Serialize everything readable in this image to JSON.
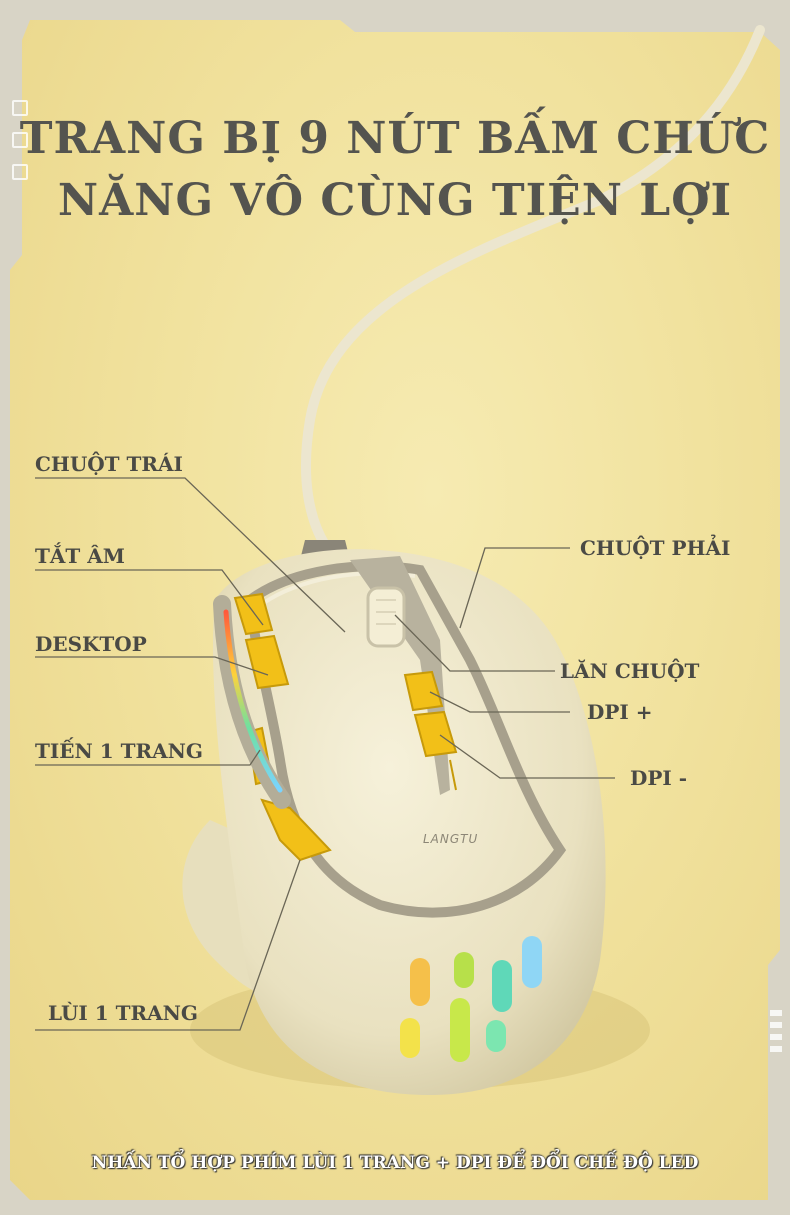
{
  "headline": {
    "line1": "TRANG BỊ 9 NÚT BẤM CHỨC",
    "line2": "NĂNG VÔ CÙNG TIỆN LỢI"
  },
  "labels": {
    "left_click": "CHUỘT TRÁI",
    "mute": "TẮT ÂM",
    "desktop": "DESKTOP",
    "forward": "TIẾN 1 TRANG",
    "back": "LÙI 1 TRANG",
    "right_click": "CHUỘT PHẢI",
    "scroll": "LĂN CHUỘT",
    "dpi_plus": "DPI +",
    "dpi_minus": "DPI -"
  },
  "brand": "LANGTU",
  "footer": "NHẤN TỔ HỢP PHÍM LÙI 1 TRANG + DPI ĐỂ ĐỔI CHẾ ĐỘ LED",
  "colors": {
    "background": "#f1e29e",
    "mouse_body": "#efe9cf",
    "accent_buttons": "#f2c018",
    "text": "#4a4a45"
  }
}
